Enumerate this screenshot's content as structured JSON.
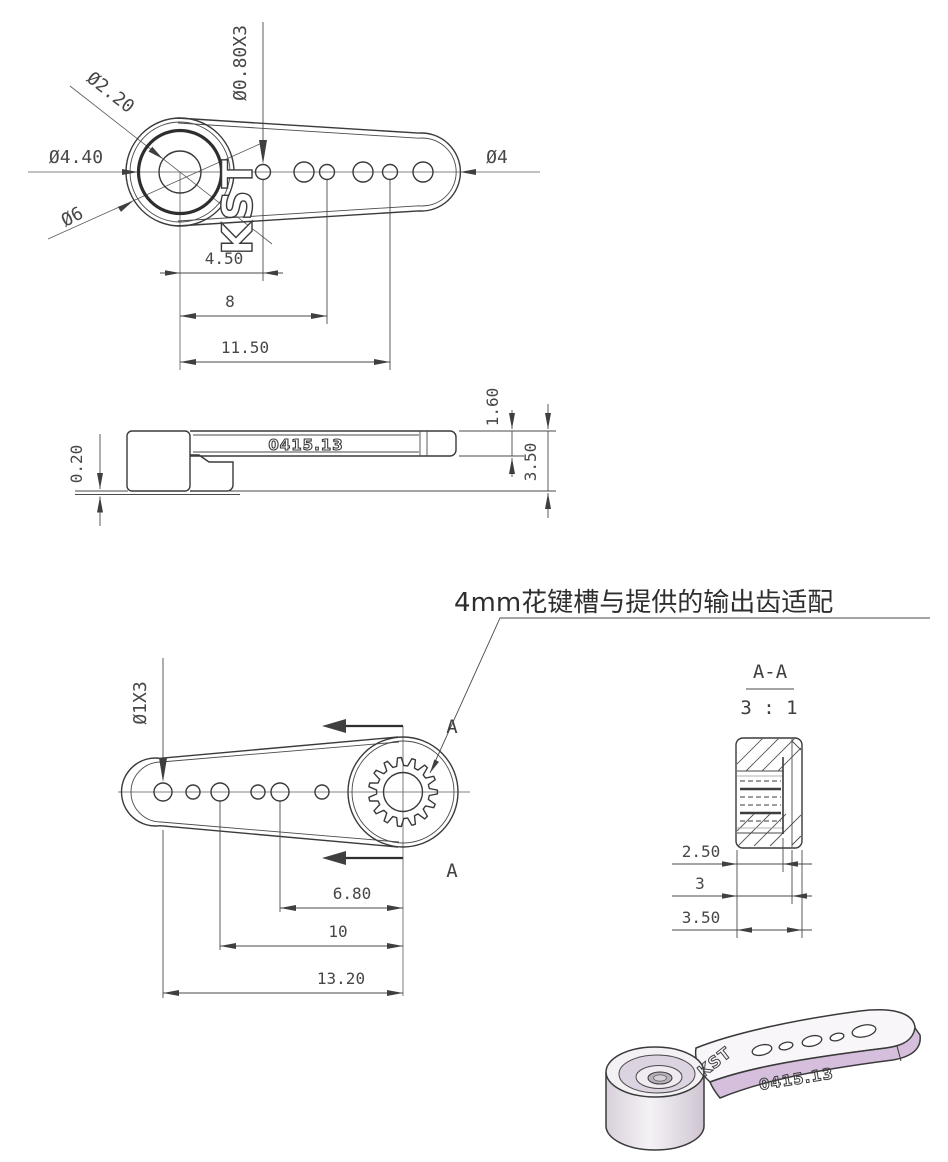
{
  "drawing": {
    "top_view": {
      "dia_center_hole": "Ø2.20",
      "dia_spline_circle": "Ø4.40",
      "dia_boss": "Ø6",
      "dia_link_holes": "Ø0.80X3",
      "dia_tip": "Ø4",
      "dim_hole1": "4.50",
      "dim_hole2": "8",
      "dim_hole3": "11.50",
      "logo": "KST"
    },
    "side_view": {
      "dim_step": "0.20",
      "dim_arm_thickness": "1.60",
      "dim_total_height": "3.50",
      "engraving": "0415.13"
    },
    "callout_note": "4mm花键槽与提供的输出齿适配",
    "bottom_view": {
      "dia_link_holes": "Ø1X3",
      "dim_hole1": "6.80",
      "dim_hole2": "10",
      "dim_hole3": "13.20",
      "section_arrow_top": "A",
      "section_arrow_bottom": "A"
    },
    "section_view": {
      "title": "A-A",
      "scale": "3 : 1",
      "dim_spline_depth": "2.50",
      "dim_mid": "3",
      "dim_total": "3.50"
    },
    "render_3d": {
      "logo": "KST",
      "engraving": "0415.13"
    },
    "colors": {
      "line": "#3a3a3a",
      "dim_text": "#474747",
      "render_side": "#d5bfdc",
      "render_top": "#f8f6f9"
    }
  }
}
